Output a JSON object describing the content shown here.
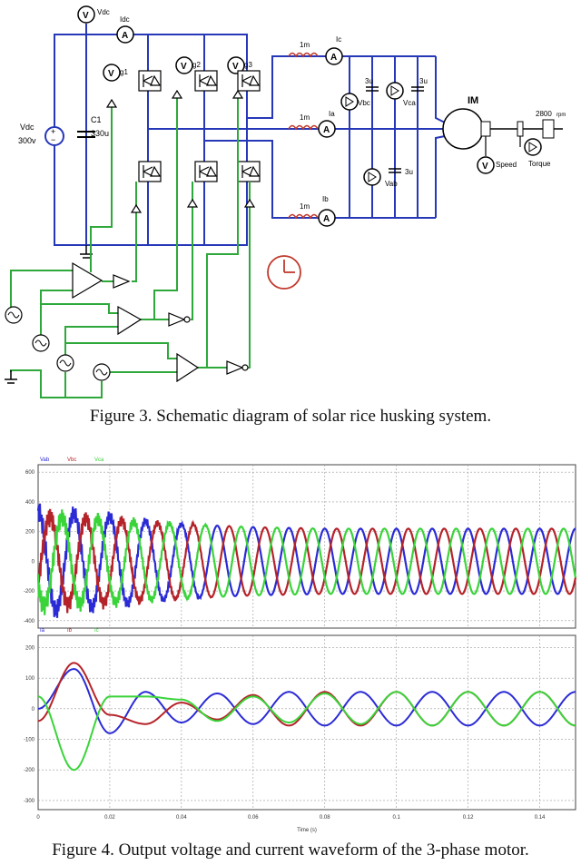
{
  "figure3": {
    "caption": "Figure 3. Schematic diagram of solar rice husking system.",
    "labels": {
      "vdc_meter": "Vdc",
      "idc_meter": "Idc",
      "source_name": "Vdc",
      "source_value": "300v",
      "cap_name": "C1",
      "cap_value": "330u",
      "gate1": "g1",
      "gate2": "g2",
      "gate3": "g3",
      "ind_c": "1m",
      "ind_a": "1m",
      "ind_b": "1m",
      "amm_c": "Ic",
      "amm_a": "Ia",
      "amm_b": "Ib",
      "cap_bc": "3u",
      "cap_ca": "3u",
      "cap_ab": "3u",
      "v_bc": "Vbc",
      "v_ca": "Vca",
      "v_ab": "Vab",
      "motor": "IM",
      "speed_value": "2800",
      "speed_unit": "rpm",
      "speed_meter": "Speed",
      "torque_meter": "Torque",
      "meter_V": "V",
      "meter_A": "A"
    },
    "colors": {
      "power": "#2638b8",
      "control": "#2ea83a",
      "meter": "#c0392b"
    }
  },
  "figure4": {
    "caption": "Figure 4. Output voltage and current waveform of the 3-phase motor.",
    "xlabel": "Time (s)",
    "x_ticks": [
      "0",
      "0.02",
      "0.04",
      "0.06",
      "0.08",
      "0.1",
      "0.12",
      "0.14"
    ],
    "top_plot": {
      "legend": [
        "Vab",
        "Vbc",
        "Vca"
      ],
      "y_ticks": [
        "600",
        "400",
        "200",
        "0",
        "-200",
        "-400"
      ]
    },
    "bottom_plot": {
      "legend": [
        "Ia",
        "Ib",
        "Ic"
      ],
      "y_ticks": [
        "200",
        "100",
        "0",
        "-100",
        "-200",
        "-300"
      ]
    }
  },
  "chart_data": [
    {
      "type": "line",
      "title": "",
      "xlabel": "",
      "ylabel": "",
      "xlim": [
        0,
        0.15
      ],
      "ylim": [
        -450,
        650
      ],
      "grid": true,
      "legend": "top-left",
      "x": [
        0,
        0.01,
        0.02,
        0.03,
        0.04,
        0.05,
        0.06,
        0.07,
        0.08,
        0.09,
        0.1,
        0.11,
        0.12,
        0.13,
        0.14,
        0.15
      ],
      "series": [
        {
          "name": "Vab",
          "color": "#2b2bd6",
          "amplitude": [
            340,
            320,
            300,
            270,
            250,
            240,
            230,
            225,
            220,
            220,
            220,
            220,
            220,
            220,
            220,
            220
          ],
          "frequency_hz": 100,
          "phase_deg": 90
        },
        {
          "name": "Vbc",
          "color": "#b5232a",
          "amplitude": [
            300,
            290,
            280,
            260,
            250,
            240,
            230,
            225,
            220,
            220,
            220,
            220,
            220,
            220,
            220,
            220
          ],
          "frequency_hz": 100,
          "phase_deg": -30
        },
        {
          "name": "Vca",
          "color": "#3ad43a",
          "amplitude": [
            300,
            290,
            280,
            260,
            250,
            240,
            230,
            225,
            220,
            220,
            220,
            220,
            220,
            220,
            220,
            220
          ],
          "frequency_hz": 100,
          "phase_deg": 210
        }
      ]
    },
    {
      "type": "line",
      "title": "",
      "xlabel": "Time (s)",
      "ylabel": "",
      "xlim": [
        0,
        0.15
      ],
      "ylim": [
        -330,
        240
      ],
      "grid": true,
      "legend": "top-left",
      "x": [
        0,
        0.01,
        0.02,
        0.03,
        0.04,
        0.05,
        0.06,
        0.07,
        0.08,
        0.09,
        0.1,
        0.11,
        0.12,
        0.13,
        0.14,
        0.15
      ],
      "series": [
        {
          "name": "Ia",
          "color": "#2b2bd6",
          "values": [
            0,
            130,
            -80,
            55,
            -45,
            50,
            -50,
            55,
            -55,
            55,
            -55,
            55,
            -55,
            55,
            -55,
            55
          ]
        },
        {
          "name": "Ib",
          "color": "#b5232a",
          "values": [
            -40,
            150,
            -20,
            -50,
            20,
            -35,
            45,
            -55,
            55,
            -55,
            55,
            -55,
            55,
            -55,
            55,
            -55
          ]
        },
        {
          "name": "Ic",
          "color": "#3ad43a",
          "values": [
            40,
            -200,
            40,
            40,
            30,
            -40,
            40,
            -45,
            50,
            -50,
            55,
            -55,
            55,
            -55,
            55,
            -55
          ]
        }
      ]
    }
  ]
}
